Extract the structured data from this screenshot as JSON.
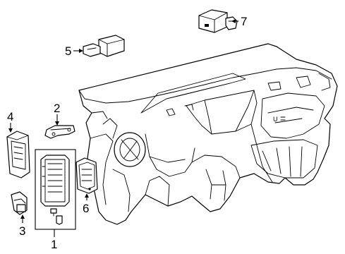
{
  "callouts": [
    {
      "id": "1",
      "label": "1"
    },
    {
      "id": "2",
      "label": "2"
    },
    {
      "id": "3",
      "label": "3"
    },
    {
      "id": "4",
      "label": "4"
    },
    {
      "id": "5",
      "label": "5"
    },
    {
      "id": "6",
      "label": "6"
    },
    {
      "id": "7",
      "label": "7"
    }
  ],
  "instrument_panel_marking": "U"
}
